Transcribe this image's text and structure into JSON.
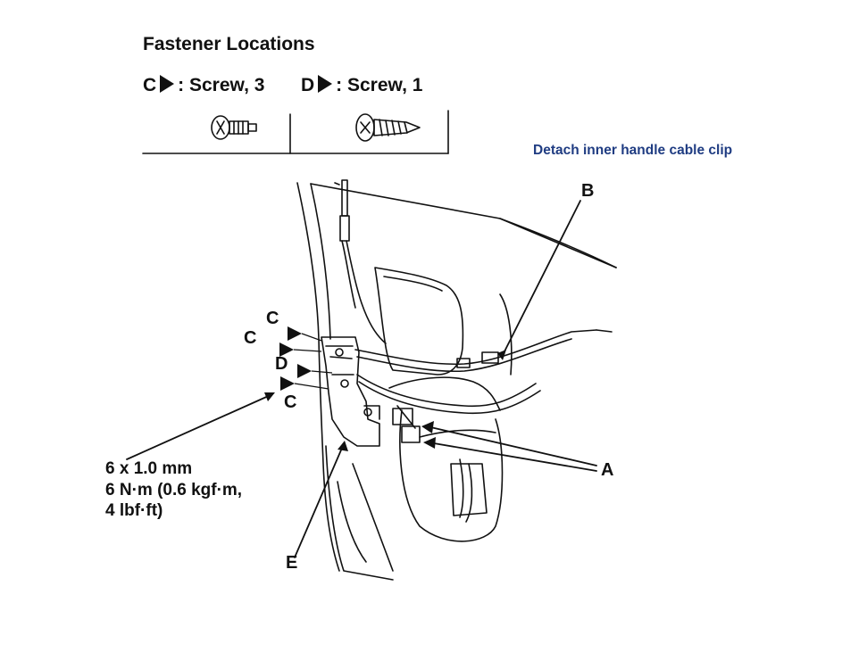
{
  "fastener": {
    "title": "Fastener Locations",
    "c_letter": "C",
    "c_desc": ": Screw, 3",
    "d_letter": "D",
    "d_desc": ": Screw, 1"
  },
  "caption": "Detach inner handle cable clip",
  "labels": {
    "a": "A",
    "b": "B",
    "c1": "C",
    "c2": "C",
    "c3": "C",
    "d": "D",
    "e": "E"
  },
  "torque_spec": {
    "line1": "6 x 1.0 mm",
    "line2": "6 N·m (0.6 kgf·m,",
    "line3": "4 lbf·ft)"
  },
  "colors": {
    "caption": "#1f3c82",
    "ink": "#111111"
  }
}
